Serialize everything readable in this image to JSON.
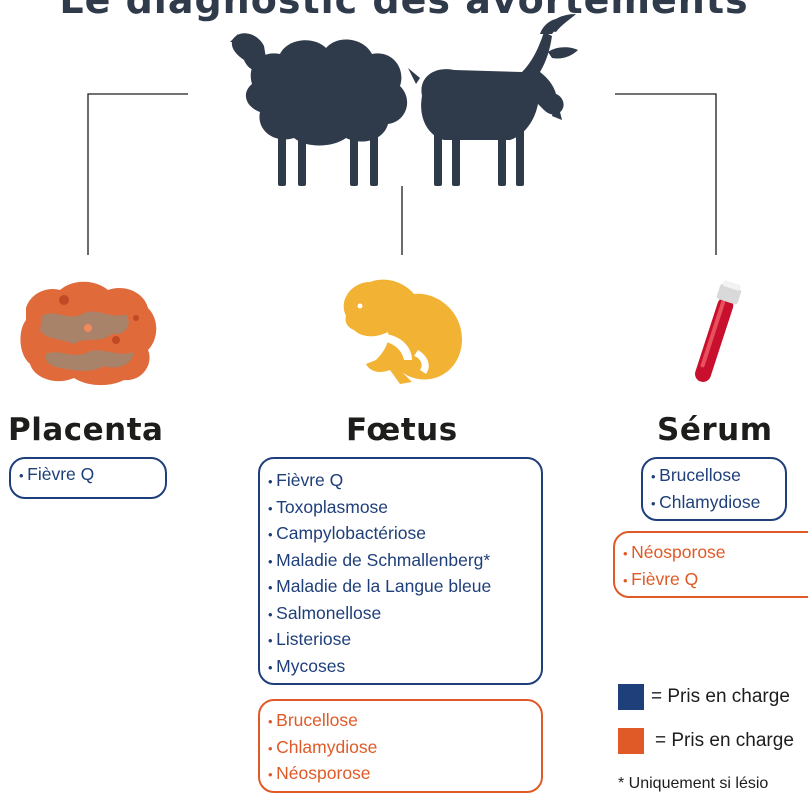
{
  "title": "Le diagnostic des avortements",
  "colors": {
    "blue": "#1f3f7a",
    "orange": "#e05a27",
    "animal": "#2f3a4a",
    "foetus": "#f2b233",
    "tube": "#c8102e"
  },
  "icons": [
    "sheep-icon",
    "goat-icon",
    "placenta-icon",
    "foetus-icon",
    "blood-tube-icon"
  ],
  "placenta": {
    "heading": "Placenta",
    "blue_items": [
      "Fièvre Q"
    ]
  },
  "foetus": {
    "heading": "Fœtus",
    "blue_items": [
      "Fièvre Q",
      "Toxoplasmose",
      "Campylobactériose",
      "Maladie de Schmallenberg*",
      "Maladie de la Langue bleue",
      "Salmonellose",
      "Listeriose",
      "Mycoses"
    ],
    "orange_items": [
      "Brucellose",
      "Chlamydiose",
      "Néosporose"
    ]
  },
  "serum": {
    "heading": "Sérum",
    "blue_items": [
      "Brucellose",
      "Chlamydiose"
    ],
    "orange_items": [
      "Néosporose",
      "Fièvre Q"
    ]
  },
  "legend": {
    "blue_text": "= Pris en charge",
    "orange_text": "= Pris en charge",
    "footnote": "* Uniquement si lésio"
  }
}
